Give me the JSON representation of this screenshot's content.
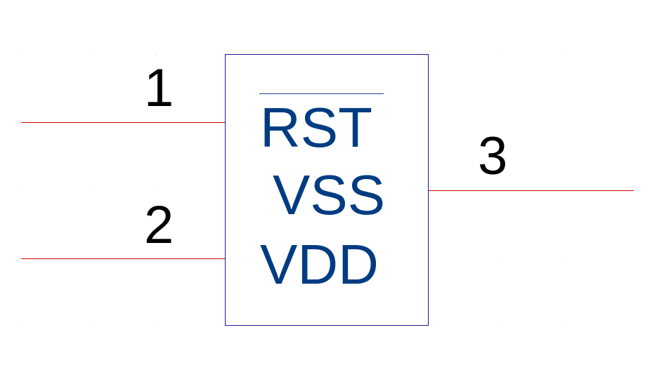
{
  "schematic": {
    "component": {
      "pins": [
        {
          "number": "1",
          "name": "RST",
          "active_low": true
        },
        {
          "number": "2",
          "name": "VSS",
          "active_low": false
        },
        {
          "number": "3",
          "name": "VDD",
          "active_low": false
        }
      ]
    },
    "colors": {
      "pin_line": "#cc0000",
      "body_outline": "#1a1a99",
      "pin_name_text": "#003c82",
      "pin_number_text": "#000000"
    }
  }
}
